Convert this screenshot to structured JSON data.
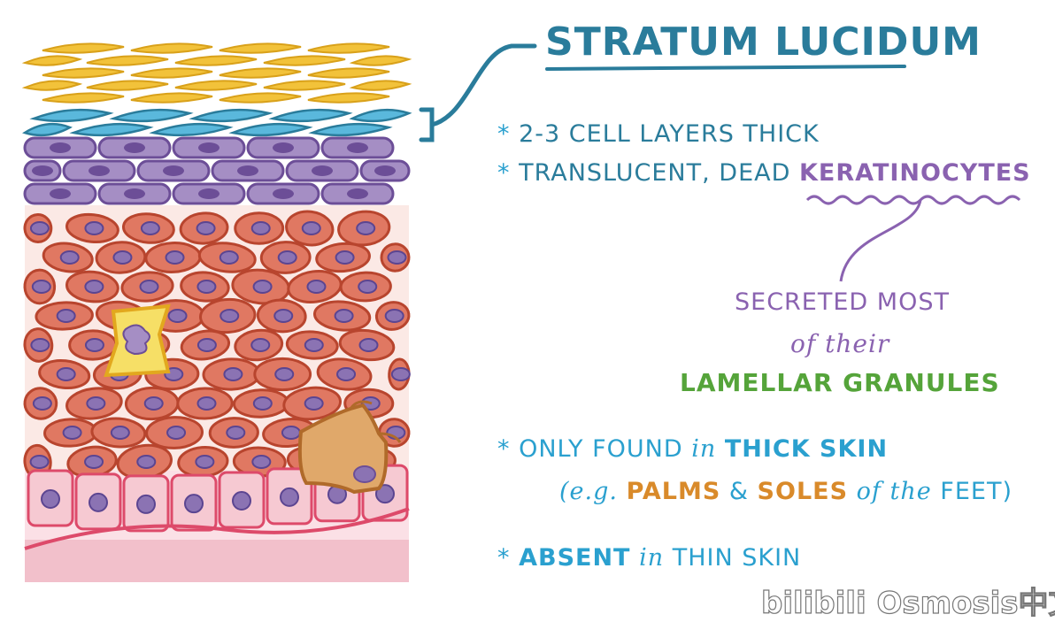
{
  "title": "STRATUM LUCIDUM",
  "bullets": {
    "b1": {
      "star": "*",
      "text": "2-3 CELL LAYERS THICK"
    },
    "b2": {
      "star": "*",
      "pre": "TRANSLUCENT, DEAD ",
      "highlight": "KERATINOCYTES"
    },
    "b3": {
      "star": "*",
      "w1": "ONLY FOUND",
      "w2": "in",
      "w3": "THICK SKIN"
    },
    "b4": {
      "p1": "(e.g.",
      "w1": "PALMS",
      "amp": "&",
      "w2": "SOLES",
      "w3": "of the",
      "w4": "FEET)"
    },
    "b5": {
      "star": "*",
      "w1": "ABSENT",
      "w2": "in",
      "w3": "THIN SKIN"
    }
  },
  "note": {
    "line1": "SECRETED MOST",
    "line2": "of their",
    "line3": "LAMELLAR GRANULES"
  },
  "watermark": "bilibili Osmosis中文",
  "colors": {
    "teal": "#2a7c9b",
    "bullet_blue": "#2aa0cf",
    "purple": "#8a62b0",
    "green": "#55a43a",
    "orange": "#d98a2a",
    "cell_fill": "#e07862",
    "cell_stroke": "#b8452e",
    "nucleus": "#8b73b3",
    "corneum": "#f2c23a",
    "lucidum": "#5ab8dc",
    "granulosum": "#a58ec4",
    "basal_fill": "#f6c9d2",
    "basal_stroke": "#dd4a6a"
  }
}
